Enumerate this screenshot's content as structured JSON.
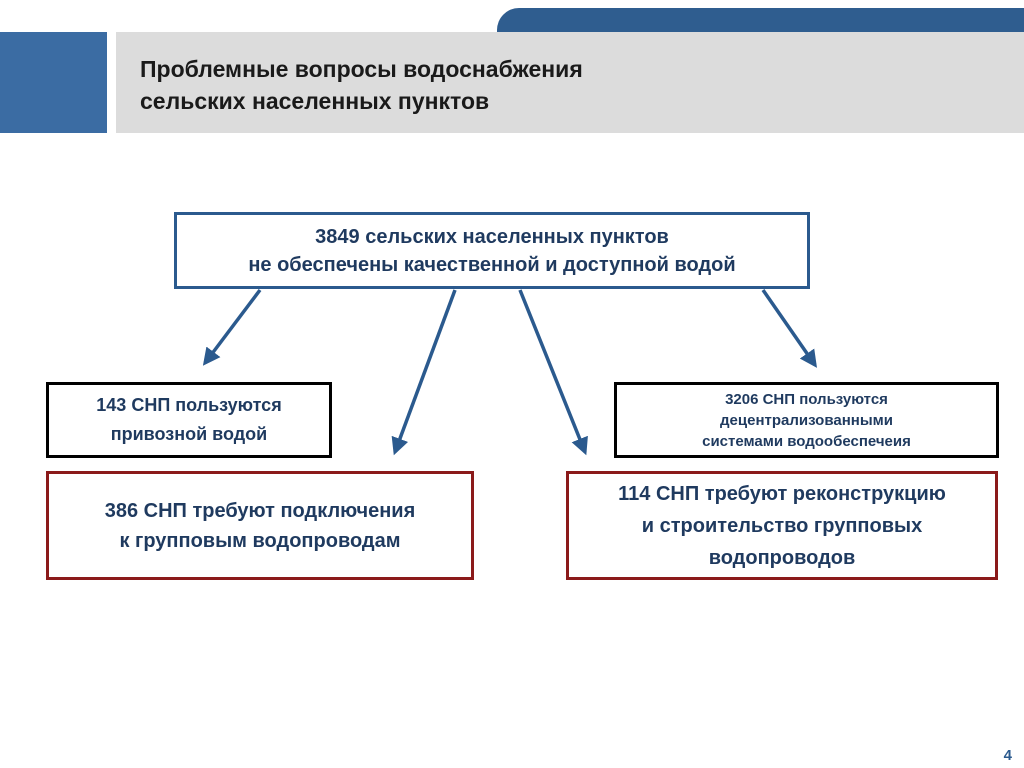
{
  "header": {
    "title_line1": "Проблемные вопросы водоснабжения",
    "title_line2": "сельских населенных пунктов"
  },
  "diagram": {
    "root": {
      "line1": "3849 сельских населенных пунктов",
      "line2": "не обеспечены качественной и доступной водой"
    },
    "left_top": {
      "line1": "143 СНП пользуются",
      "line2": "привозной водой"
    },
    "right_top": {
      "line1": "3206 СНП пользуются",
      "line2": "децентрализованными",
      "line3": "системами водообеспечеия"
    },
    "left_bottom": {
      "line1": "386 СНП требуют подключения",
      "line2": "к групповым водопроводам"
    },
    "right_bottom": {
      "line1": "114 СНП требуют реконструкцию",
      "line2": "и строительство групповых",
      "line3": "водопроводов"
    }
  },
  "footer": {
    "page_number": "4"
  },
  "colors": {
    "accent_blue": "#2b5a8e",
    "header_gray": "#dcdcdc",
    "border_red": "#8b1a1a",
    "border_black": "#000000"
  }
}
